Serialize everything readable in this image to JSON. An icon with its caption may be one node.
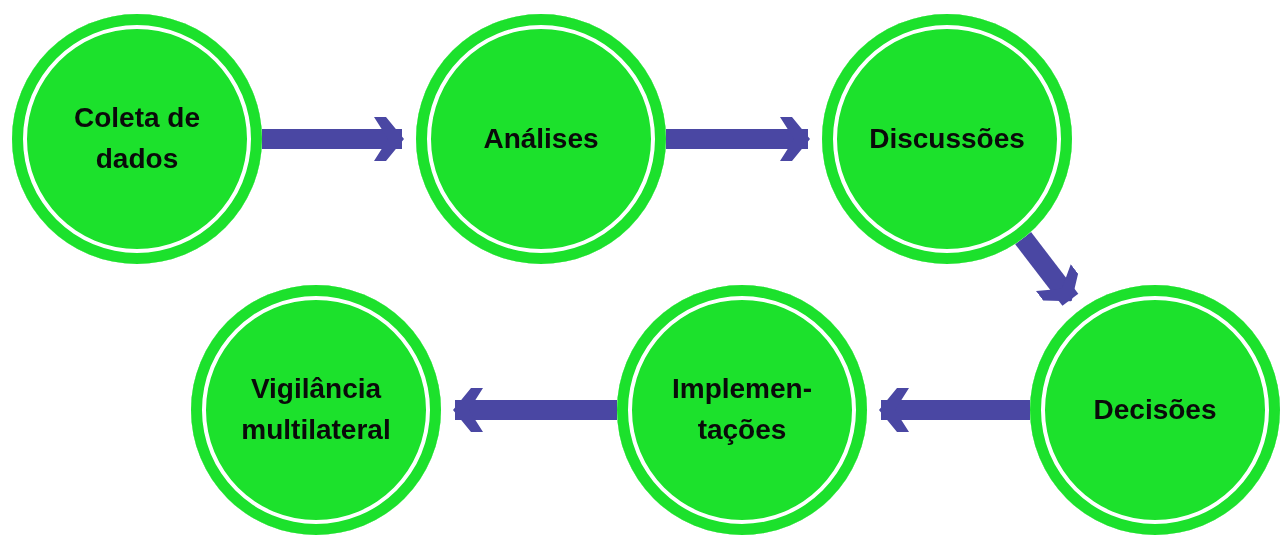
{
  "diagram": {
    "nodes": [
      {
        "text": [
          "Coleta de dados"
        ]
      },
      {
        "text": [
          "Análises"
        ]
      },
      {
        "text": [
          "Discussões"
        ]
      },
      {
        "text": [
          "Decisões"
        ]
      },
      {
        "text": [
          "Implemen- tações"
        ]
      },
      {
        "text": [
          "Vigilância multilateral"
        ]
      }
    ],
    "edges": [
      {
        "from": 0,
        "to": 1,
        "arrow": "to"
      },
      {
        "from": 1,
        "to": 2,
        "arrow": "to"
      },
      {
        "from": 2,
        "to": 3,
        "arrow": "to"
      },
      {
        "from": 3,
        "to": 4,
        "arrow": "to"
      },
      {
        "from": 4,
        "to": 5,
        "arrow": "to"
      }
    ]
  }
}
